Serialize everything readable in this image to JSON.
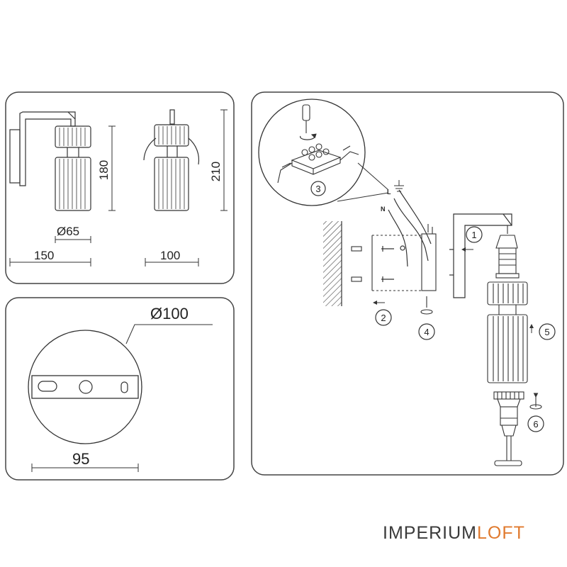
{
  "dimensions": {
    "side_width": "150",
    "shade_diameter": "Ø65",
    "shade_height": "180",
    "front_width": "100",
    "total_height": "210",
    "plate_diameter": "Ø100",
    "plate_hole_spacing": "95"
  },
  "wiring": {
    "live_label": "L",
    "neutral_label": "N"
  },
  "steps": [
    "1",
    "2",
    "3",
    "4",
    "5",
    "6"
  ],
  "brand": {
    "name_part1": "IMPERIUM",
    "name_part2": "LOFT",
    "accent_color": "#e07a2e",
    "text_color": "#3a3a3a"
  },
  "icons": [
    "screwdriver-icon",
    "ground-symbol-icon",
    "rotate-arrow-icon",
    "arrow-icon"
  ]
}
